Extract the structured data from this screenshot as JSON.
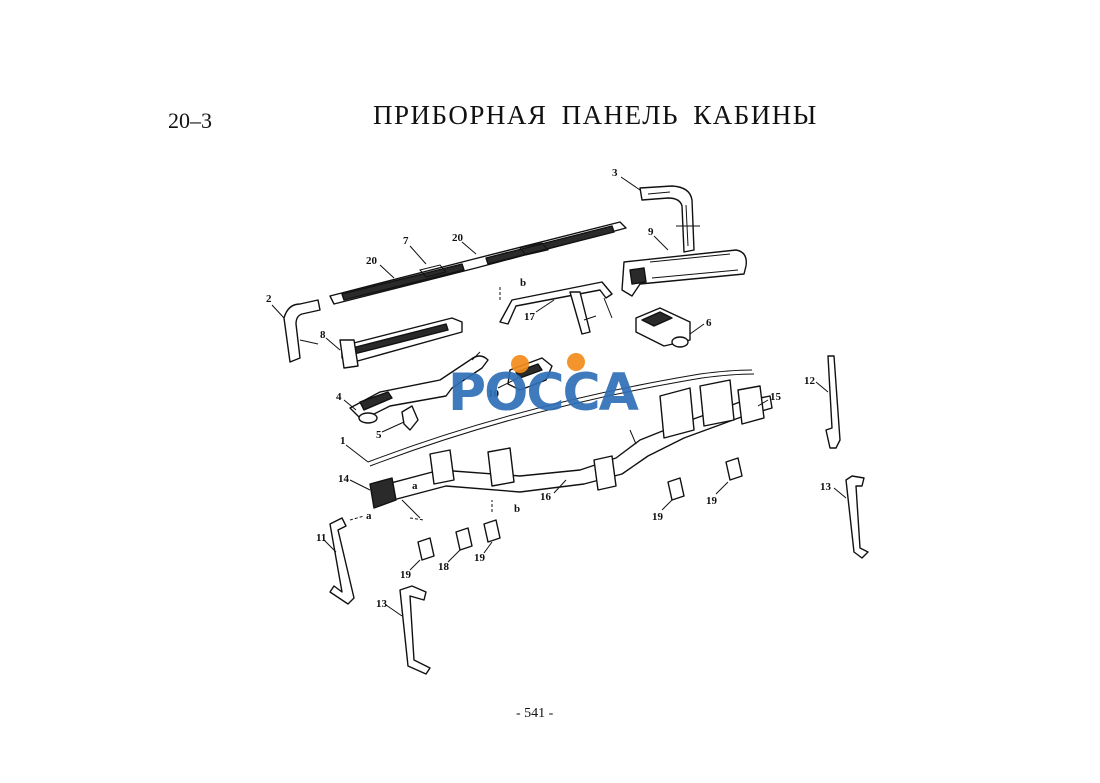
{
  "header": {
    "section_number": "20–3",
    "title": "ПРИБОРНАЯ ПАНЕЛЬ КАБИНЫ"
  },
  "watermark": {
    "text": "POCCA",
    "colors": {
      "blue": "#2f6fb8",
      "orange": "#f28c1b"
    }
  },
  "diagram": {
    "labels": {
      "l1": "1",
      "l2": "2",
      "l3": "3",
      "l4": "4",
      "l5": "5",
      "l6": "6",
      "l7": "7",
      "l8": "8",
      "l9": "9",
      "l10": "10",
      "l11": "11",
      "l12": "12",
      "l13a": "13",
      "l13b": "13",
      "l14": "14",
      "l15": "15",
      "l16": "16",
      "l17": "17",
      "l18": "18",
      "l19a": "19",
      "l19b": "19",
      "l19c": "19",
      "l19d": "19",
      "l20a": "20",
      "l20b": "20",
      "la1": "a",
      "la2": "a",
      "lb1": "b",
      "lb2": "b"
    }
  },
  "footer": {
    "page_number": "- 541 -"
  }
}
